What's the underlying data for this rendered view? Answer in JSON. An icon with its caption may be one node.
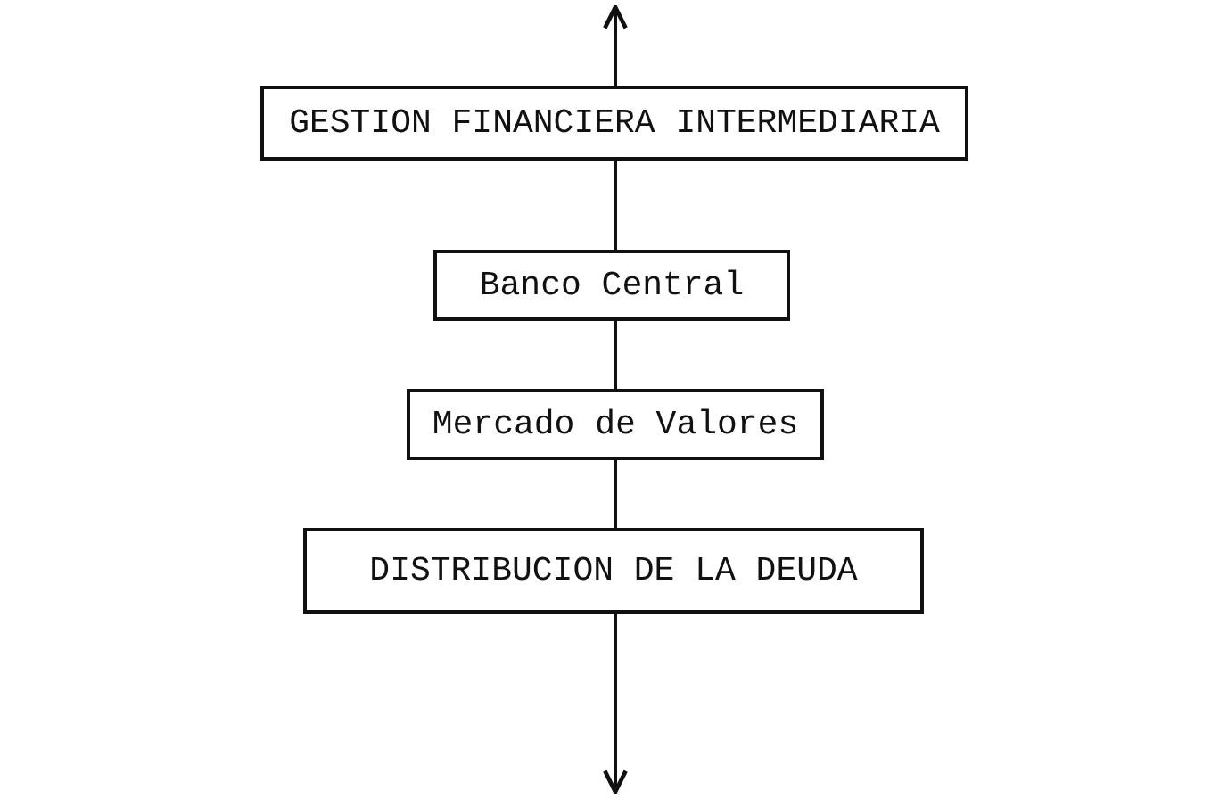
{
  "diagram": {
    "nodes": [
      {
        "text": [
          "GESTION FINANCIERA INTERMEDIARIA"
        ]
      },
      {
        "text": [
          "Banco Central"
        ]
      },
      {
        "text": [
          "Mercado de Valores"
        ]
      },
      {
        "text": [
          "DISTRIBUCION DE LA DEUDA"
        ]
      }
    ],
    "edges": [
      {
        "from": 0,
        "to": null,
        "arrow": "to"
      },
      {
        "from": 0,
        "to": 1,
        "arrow": "none"
      },
      {
        "from": 1,
        "to": 2,
        "arrow": "none"
      },
      {
        "from": 2,
        "to": 3,
        "arrow": "none"
      },
      {
        "from": 3,
        "to": null,
        "arrow": "to"
      }
    ]
  }
}
